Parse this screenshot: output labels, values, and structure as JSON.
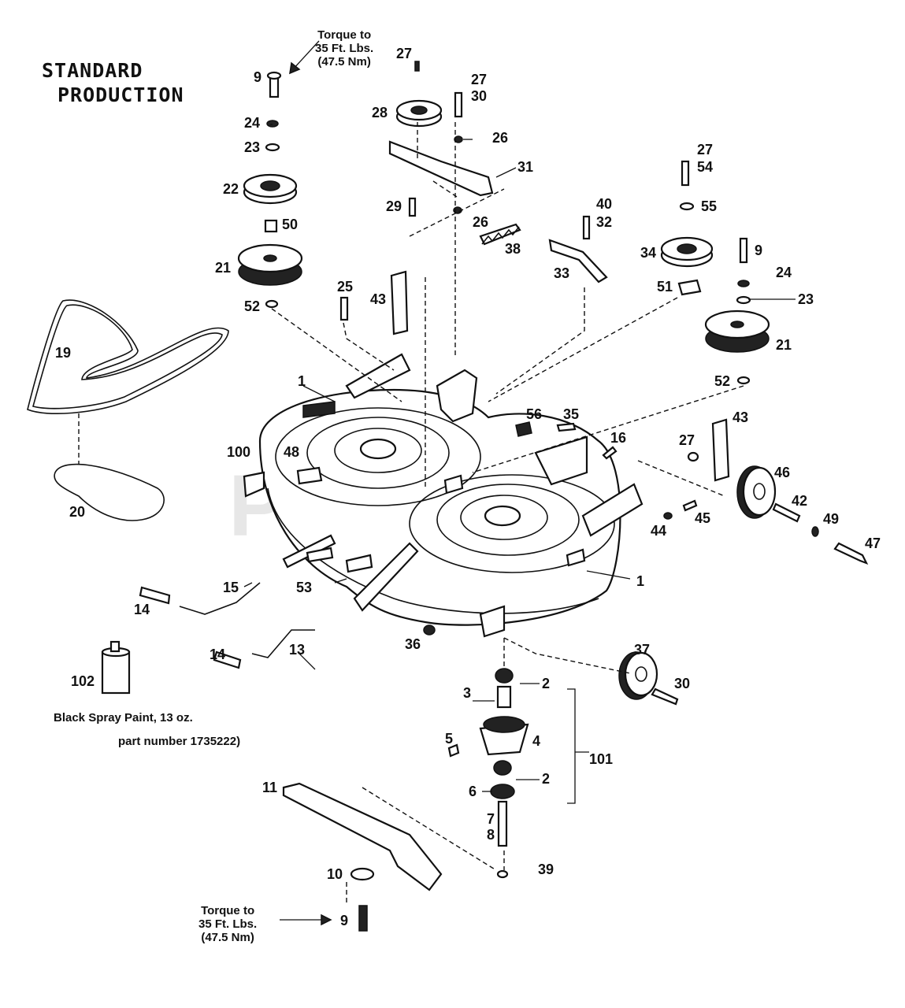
{
  "title": {
    "line1": "STANDARD",
    "line2": "PRODUCTION"
  },
  "notes": {
    "torque_top": "Torque to\n35 Ft. Lbs.\n(47.5 Nm)",
    "torque_bottom": "Torque to\n35 Ft. Lbs.\n(47.5 Nm)",
    "paint_line1": "Black Spray Paint, 13 oz.",
    "paint_line2": "part number 1735222)"
  },
  "watermark": "PartsTree",
  "callouts": [
    {
      "id": "c9a",
      "text": "9"
    },
    {
      "id": "c24a",
      "text": "24"
    },
    {
      "id": "c23a",
      "text": "23"
    },
    {
      "id": "c22",
      "text": "22"
    },
    {
      "id": "c50",
      "text": "50"
    },
    {
      "id": "c21a",
      "text": "21"
    },
    {
      "id": "c52a",
      "text": "52"
    },
    {
      "id": "c27a",
      "text": "27"
    },
    {
      "id": "c28",
      "text": "28"
    },
    {
      "id": "c27b",
      "text": "27"
    },
    {
      "id": "c30a",
      "text": "30"
    },
    {
      "id": "c26a",
      "text": "26"
    },
    {
      "id": "c31",
      "text": "31"
    },
    {
      "id": "c29",
      "text": "29"
    },
    {
      "id": "c26b",
      "text": "26"
    },
    {
      "id": "c38",
      "text": "38"
    },
    {
      "id": "c43a",
      "text": "43"
    },
    {
      "id": "c25",
      "text": "25"
    },
    {
      "id": "c40",
      "text": "40"
    },
    {
      "id": "c32",
      "text": "32"
    },
    {
      "id": "c33",
      "text": "33"
    },
    {
      "id": "c27c",
      "text": "27"
    },
    {
      "id": "c54",
      "text": "54"
    },
    {
      "id": "c55",
      "text": "55"
    },
    {
      "id": "c34",
      "text": "34"
    },
    {
      "id": "c51",
      "text": "51"
    },
    {
      "id": "c9b",
      "text": "9"
    },
    {
      "id": "c24b",
      "text": "24"
    },
    {
      "id": "c23b",
      "text": "23"
    },
    {
      "id": "c21b",
      "text": "21"
    },
    {
      "id": "c52b",
      "text": "52"
    },
    {
      "id": "c19",
      "text": "19"
    },
    {
      "id": "c1a",
      "text": "1"
    },
    {
      "id": "c100",
      "text": "100"
    },
    {
      "id": "c48",
      "text": "48"
    },
    {
      "id": "c20",
      "text": "20"
    },
    {
      "id": "c56",
      "text": "56"
    },
    {
      "id": "c35",
      "text": "35"
    },
    {
      "id": "c16",
      "text": "16"
    },
    {
      "id": "c43b",
      "text": "43"
    },
    {
      "id": "c27d",
      "text": "27"
    },
    {
      "id": "c46a",
      "text": "46"
    },
    {
      "id": "c42",
      "text": "42"
    },
    {
      "id": "c45",
      "text": "45"
    },
    {
      "id": "c44",
      "text": "44"
    },
    {
      "id": "c49",
      "text": "49"
    },
    {
      "id": "c47",
      "text": "47"
    },
    {
      "id": "c1b",
      "text": "1"
    },
    {
      "id": "c15",
      "text": "15"
    },
    {
      "id": "c53",
      "text": "53"
    },
    {
      "id": "c14a",
      "text": "14"
    },
    {
      "id": "c14b",
      "text": "14"
    },
    {
      "id": "c13",
      "text": "13"
    },
    {
      "id": "c36",
      "text": "36"
    },
    {
      "id": "c37",
      "text": "37"
    },
    {
      "id": "c30b",
      "text": "30"
    },
    {
      "id": "c102",
      "text": "102"
    },
    {
      "id": "c2a",
      "text": "2"
    },
    {
      "id": "c3",
      "text": "3"
    },
    {
      "id": "c5",
      "text": "5"
    },
    {
      "id": "c4",
      "text": "4"
    },
    {
      "id": "c101",
      "text": "101"
    },
    {
      "id": "c2b",
      "text": "2"
    },
    {
      "id": "c6",
      "text": "6"
    },
    {
      "id": "c7",
      "text": "7"
    },
    {
      "id": "c8",
      "text": "8"
    },
    {
      "id": "c11",
      "text": "11"
    },
    {
      "id": "c10",
      "text": "10"
    },
    {
      "id": "c39",
      "text": "39"
    },
    {
      "id": "c9c",
      "text": "9"
    }
  ]
}
